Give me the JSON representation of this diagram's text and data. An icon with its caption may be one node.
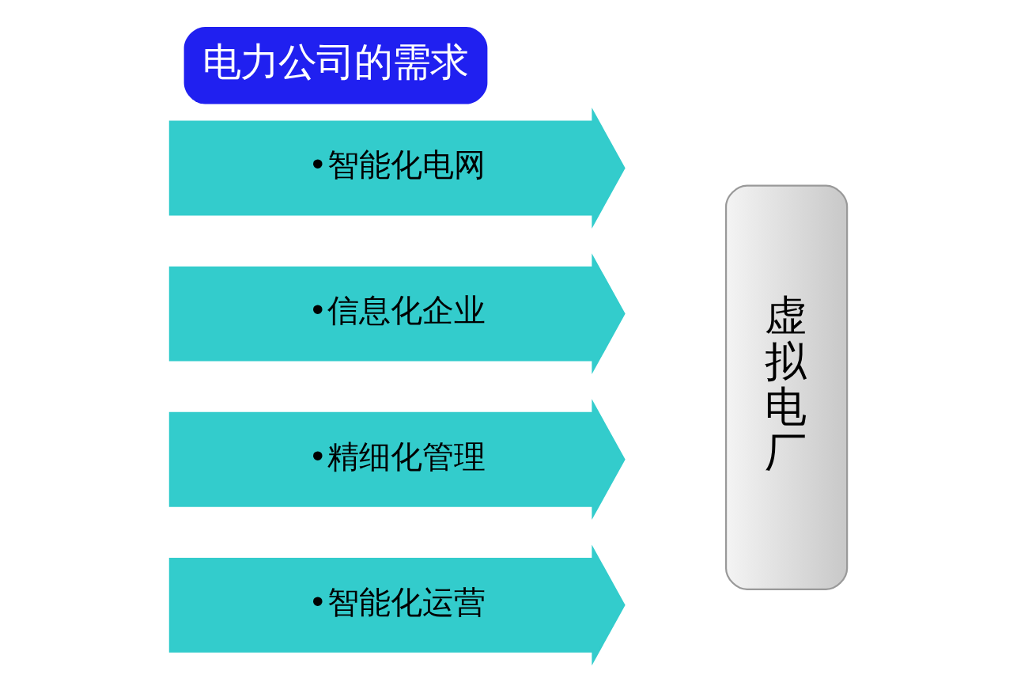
{
  "diagram": {
    "title": "电力公司的需求",
    "nodes": [
      {
        "text": [
          "•智能化电网"
        ]
      },
      {
        "text": [
          "•信息化企业"
        ]
      },
      {
        "text": [
          "•精细化管理"
        ]
      },
      {
        "text": [
          "•智能化运营"
        ]
      },
      {
        "text": [
          "虚拟电厂"
        ]
      }
    ]
  }
}
